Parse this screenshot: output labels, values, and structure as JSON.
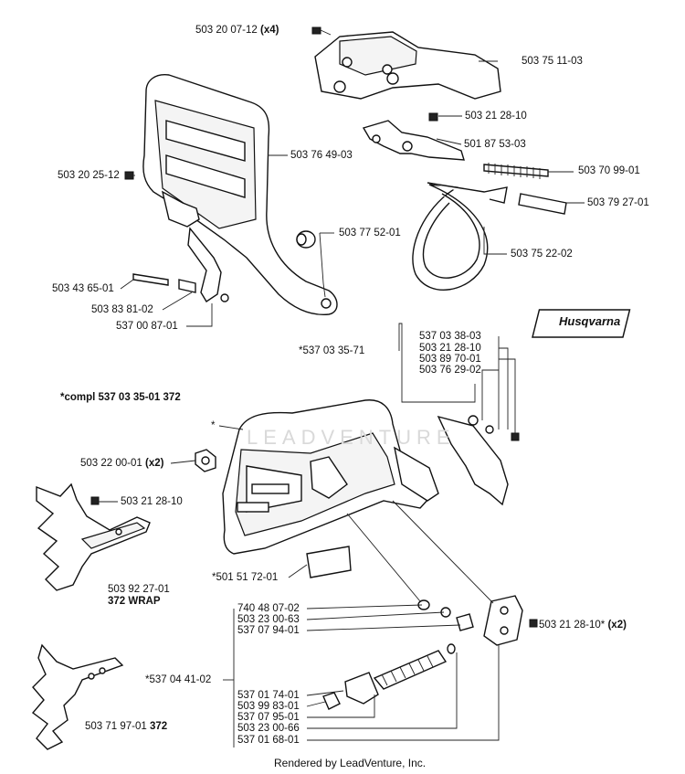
{
  "labels": {
    "p1": "503 20 07-12",
    "p1q": "(x4)",
    "p2": "503 75 11-03",
    "p3": "503 21 28-10",
    "p4": "501 87 53-03",
    "p5": "503 76 49-03",
    "p6": "503 20 25-12",
    "p7": "503 70 99-01",
    "p8": "503 79 27-01",
    "p9": "503 77 52-01",
    "p10": "503 75 22-02",
    "p11": "503 43 65-01",
    "p12": "503 83 81-02",
    "p13": "537 00 87-01",
    "p14": "537 03 38-03",
    "p15": "*537 03 35-71",
    "p16": "503 21 28-10",
    "p17": "503 89 70-01",
    "p18": "503 76 29-02",
    "compl": "*compl 537 03 35-01",
    "compl_b": "372",
    "star": "*",
    "p19": "503 22 00-01",
    "p19q": "(x2)",
    "p20": "503 21 28-10",
    "p21": "*501 51 72-01",
    "p22": "503 92 27-01",
    "p22b": "372 WRAP",
    "p23": "740 48 07-02",
    "p24": "503 23 00-63",
    "p25": "537 07 94-01",
    "p26": "503 21 28-10*",
    "p26q": "(x2)",
    "p27": "*537 04 41-02",
    "p28": "537 01 74-01",
    "p29": "503 99 83-01",
    "p30": "537 07 95-01",
    "p31": "503 23 00-66",
    "p32": "537 01 68-01",
    "p33": "503 71 97-01",
    "p33b": "372"
  },
  "brand": "Husqvarna",
  "watermark": "LEADVENTURE",
  "footer": "Rendered by LeadVenture, Inc."
}
